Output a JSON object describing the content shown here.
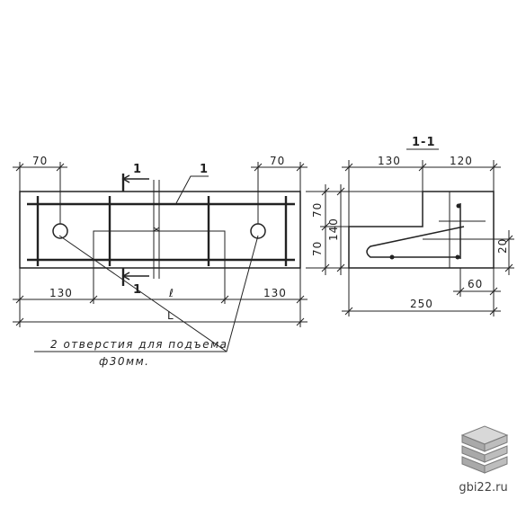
{
  "plan": {
    "dims": {
      "top_left": "70",
      "top_right": "70",
      "bottom_left": "130",
      "bottom_mid": "ℓ",
      "bottom_right": "130",
      "overall": "L"
    },
    "section_marker_label": "1",
    "rebar_label": "1"
  },
  "section": {
    "title": "1-1",
    "dims": {
      "top_left": "130",
      "top_right": "120",
      "left_upper": "70",
      "left_lower": "70",
      "left_total": "140",
      "right_step": "20",
      "bottom_right": "60",
      "overall": "250"
    }
  },
  "note": {
    "line1": "2 отверстия для подъема",
    "line2": "ф30мм."
  },
  "watermark": {
    "text": "gbi22.ru",
    "colors": {
      "top": "#d8d8d8",
      "side": "#a9a9a9",
      "edge": "#7b7b7b"
    }
  }
}
